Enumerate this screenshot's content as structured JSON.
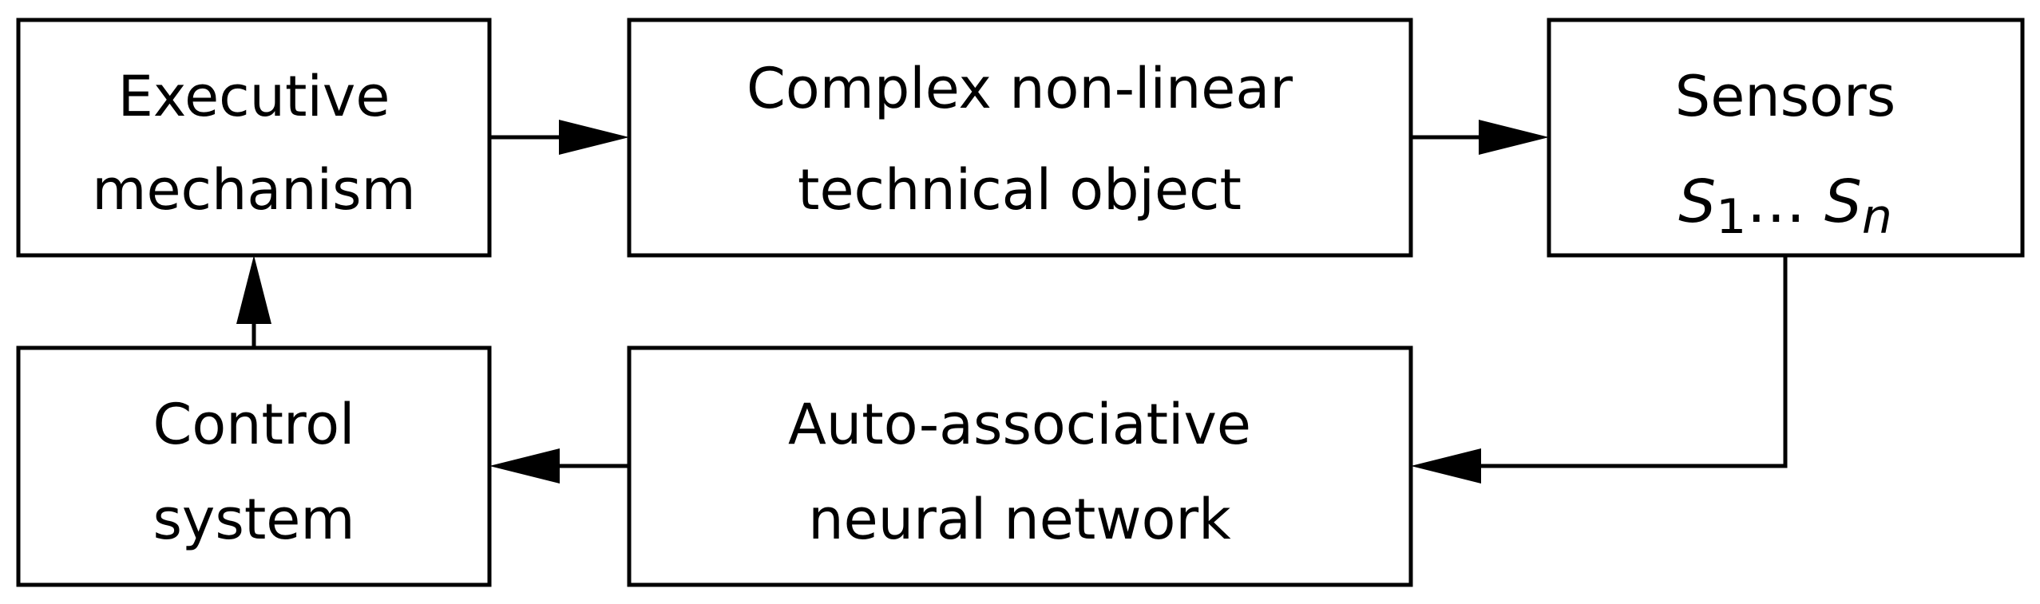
{
  "blocks": {
    "executive": {
      "line1": "Executive",
      "line2": "mechanism"
    },
    "object": {
      "line1": "Complex non-linear",
      "line2": "technical object"
    },
    "sensors": {
      "line1": "Sensors",
      "sym1": "S",
      "sub1": "1",
      "ellipsis": "…",
      "sym2": "S",
      "sub2": "n"
    },
    "control": {
      "line1": "Control",
      "line2": "system"
    },
    "network": {
      "line1": "Auto-associative",
      "line2": "neural network"
    }
  },
  "colors": {
    "stroke": "#000000",
    "background": "#ffffff"
  }
}
